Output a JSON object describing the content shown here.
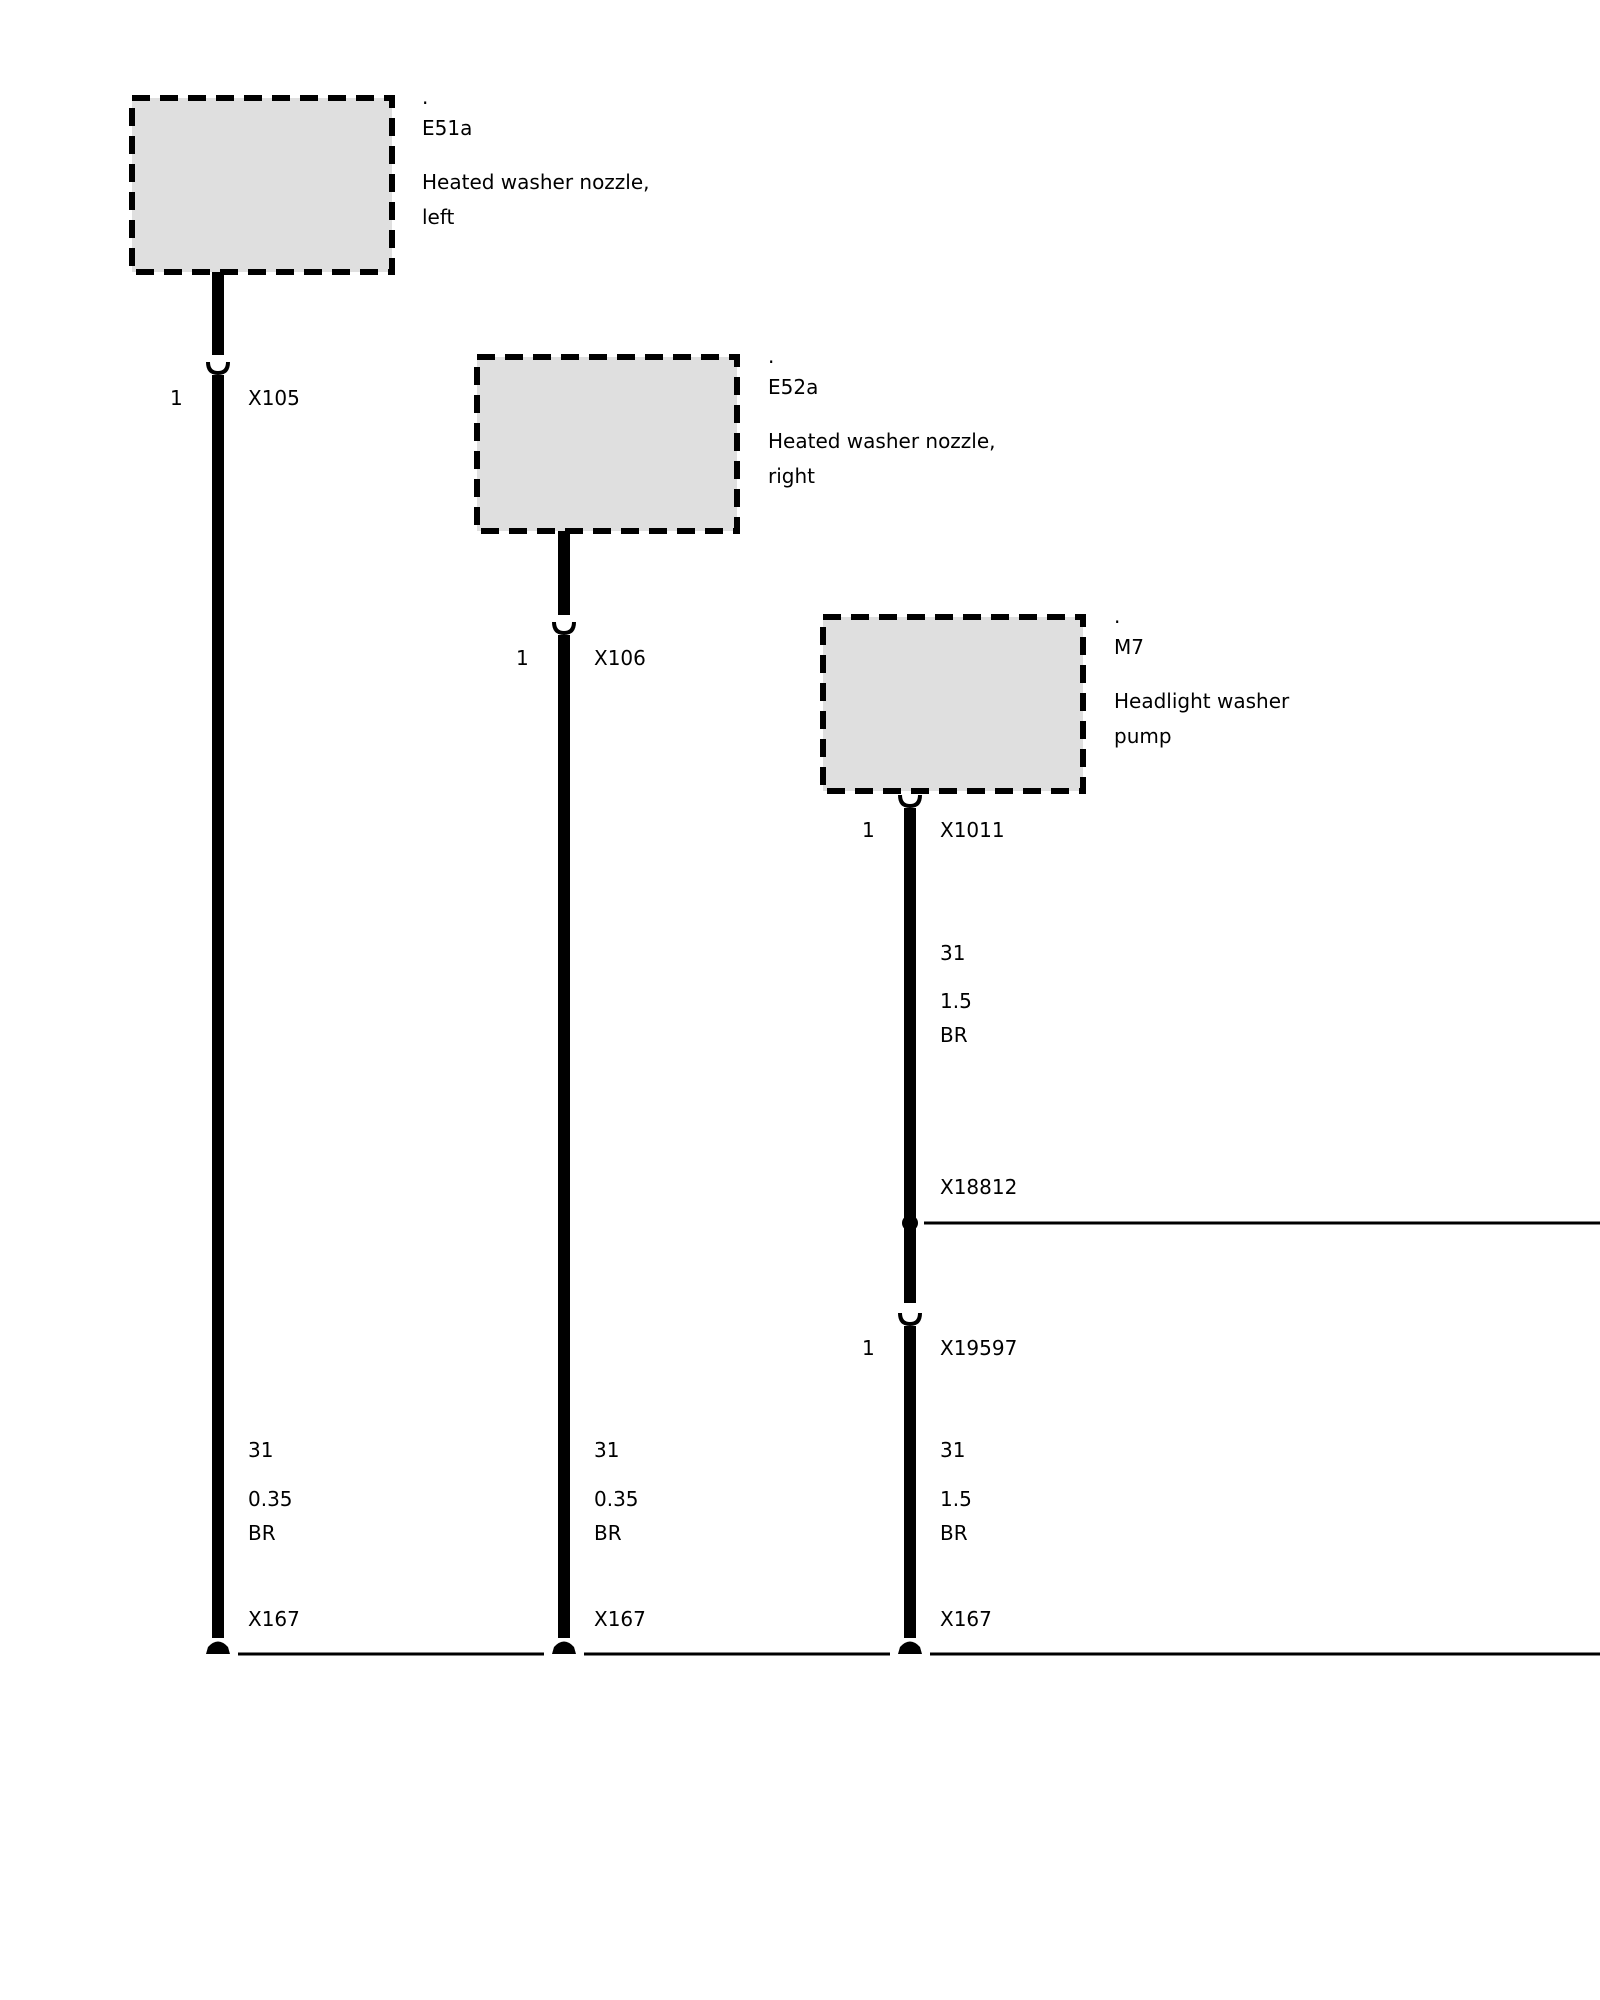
{
  "components": [
    {
      "dot": ".",
      "id": "E51a",
      "desc": [
        "Heated washer nozzle,",
        "left"
      ]
    },
    {
      "dot": ".",
      "id": "E52a",
      "desc": [
        "Heated washer nozzle,",
        "right"
      ]
    },
    {
      "dot": ".",
      "id": "M7",
      "desc": [
        "Headlight washer",
        "pump"
      ]
    }
  ],
  "connectors": [
    {
      "pin": "1",
      "id": "X105"
    },
    {
      "pin": "1",
      "id": "X106"
    },
    {
      "pin": "1",
      "id": "X1011"
    },
    {
      "pin": "1",
      "id": "X19597"
    }
  ],
  "splice": {
    "id": "X18812"
  },
  "wires": [
    {
      "circuit": "31",
      "gauge": "0.35",
      "color": "BR"
    },
    {
      "circuit": "31",
      "gauge": "0.35",
      "color": "BR"
    },
    {
      "circuit": "31",
      "gauge": "1.5",
      "color": "BR"
    },
    {
      "circuit": "31",
      "gauge": "1.5",
      "color": "BR"
    }
  ],
  "ground": [
    {
      "id": "X167"
    },
    {
      "id": "X167"
    },
    {
      "id": "X167"
    }
  ]
}
